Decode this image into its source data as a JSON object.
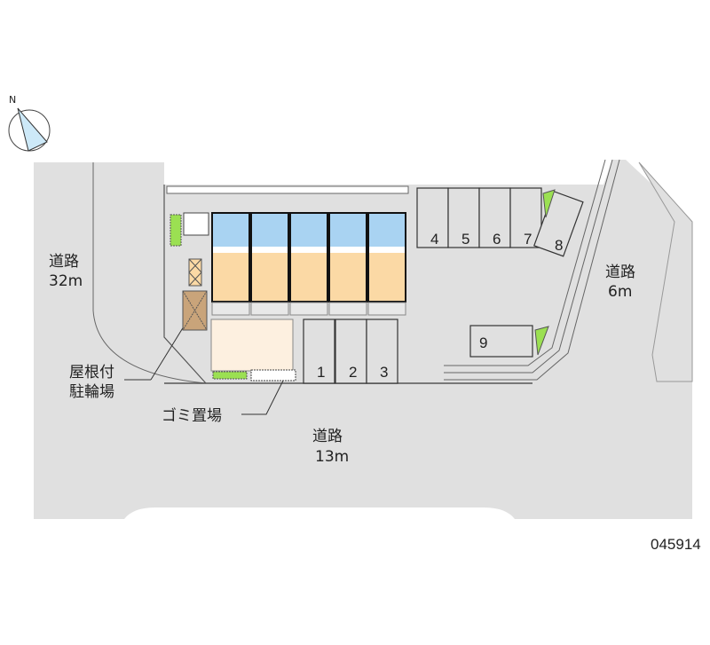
{
  "roads": {
    "left": {
      "name": "道路",
      "width": "32m"
    },
    "right": {
      "name": "道路",
      "width": "6m"
    },
    "bottom": {
      "name": "道路",
      "width": "13m"
    }
  },
  "labels": {
    "bike_parking_line1": "屋根付",
    "bike_parking_line2": "駐輪場",
    "garbage": "ゴミ置場"
  },
  "compass": {
    "north": "N"
  },
  "parking_spaces": [
    "1",
    "2",
    "3",
    "4",
    "5",
    "6",
    "7",
    "8",
    "9"
  ],
  "property_code": "045914",
  "colors": {
    "road": "#e0e0e0",
    "room": "#fbd9a5",
    "wet_area": "#a9d3f2",
    "green": "#9be052",
    "bike": "#c9a47a"
  }
}
